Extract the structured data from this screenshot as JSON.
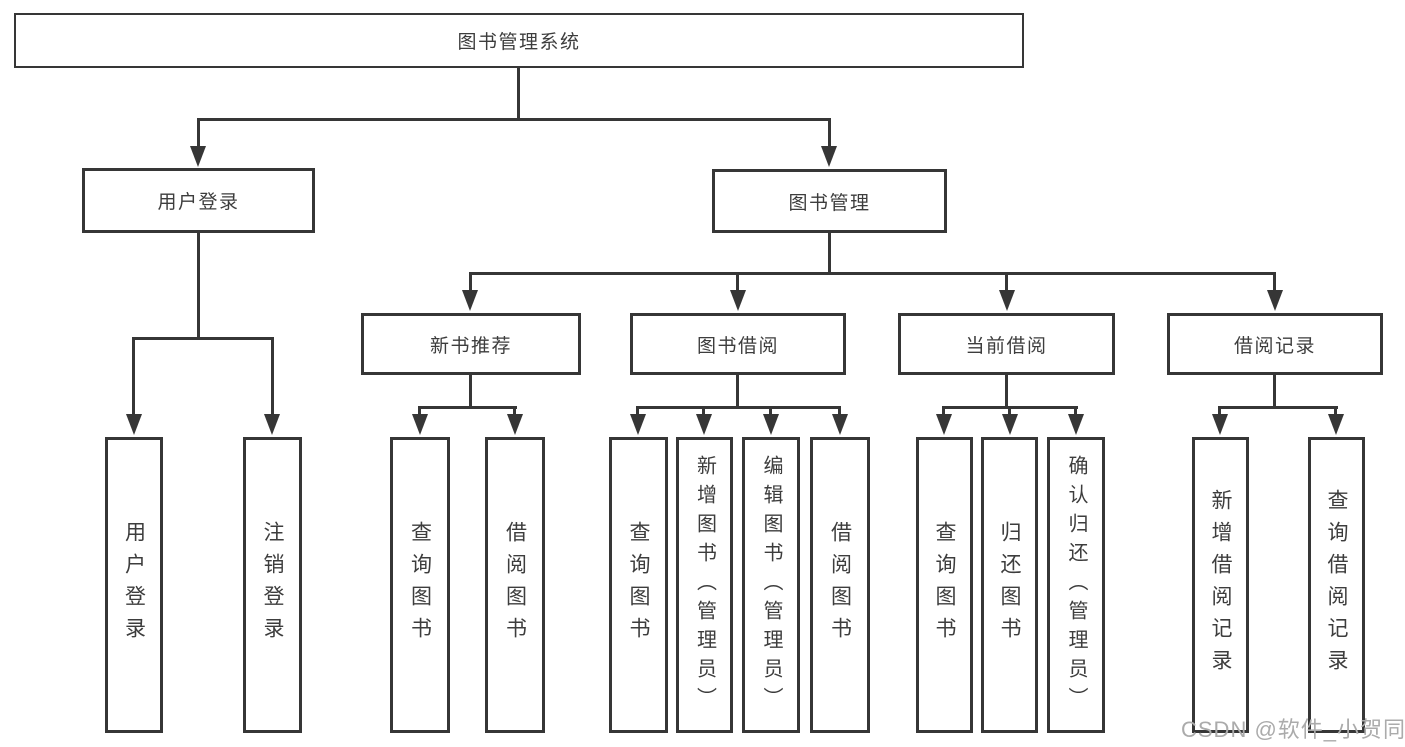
{
  "root": {
    "label": "图书管理系统"
  },
  "branches": [
    {
      "label": "用户登录",
      "children": [
        {
          "label": "用户登录"
        },
        {
          "label": "注销登录"
        }
      ]
    },
    {
      "label": "图书管理",
      "children": [
        {
          "label": "新书推荐",
          "children": [
            {
              "label": "查询图书"
            },
            {
              "label": "借阅图书"
            }
          ]
        },
        {
          "label": "图书借阅",
          "children": [
            {
              "label": "查询图书"
            },
            {
              "label": "新增图书（管理员）"
            },
            {
              "label": "编辑图书（管理员）"
            },
            {
              "label": "借阅图书"
            }
          ]
        },
        {
          "label": "当前借阅",
          "children": [
            {
              "label": "查询图书"
            },
            {
              "label": "归还图书"
            },
            {
              "label": "确认归还（管理员）"
            }
          ]
        },
        {
          "label": "借阅记录",
          "children": [
            {
              "label": "新增借阅记录"
            },
            {
              "label": "查询借阅记录"
            }
          ]
        }
      ]
    }
  ],
  "watermark": "CSDN @软件_小贺同学",
  "colors": {
    "line": "#363636",
    "text": "#3d3d3d",
    "background": "#ffffff",
    "watermark": "#ababab"
  }
}
